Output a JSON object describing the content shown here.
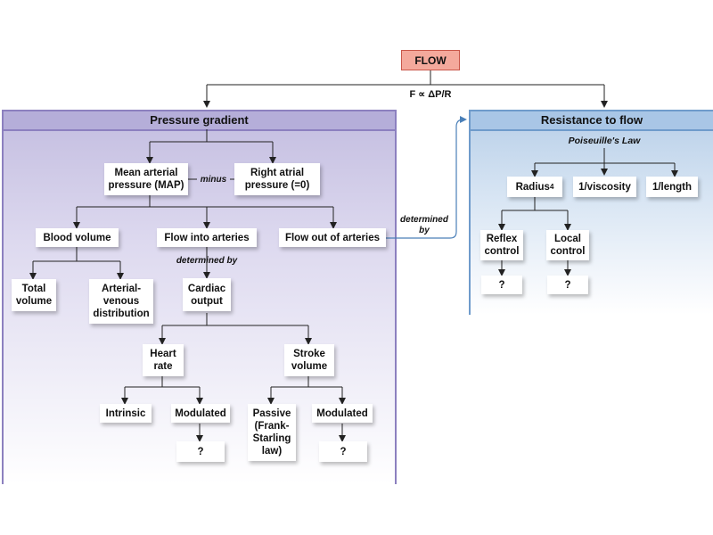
{
  "top": {
    "flow": "FLOW",
    "formula": "F ∝ ΔP/R"
  },
  "pressure_panel": {
    "title": "Pressure gradient",
    "map": "Mean arterial\npressure (MAP)",
    "minus": "minus",
    "rap": "Right atrial\npressure (=0)",
    "blood_volume": "Blood volume",
    "flow_into": "Flow into arteries",
    "flow_out": "Flow out of arteries",
    "total_volume": "Total\nvolume",
    "av_distribution": "Arterial-\nvenous\ndistribution",
    "determined_by": "determined by",
    "cardiac_output": "Cardiac\noutput",
    "heart_rate": "Heart\nrate",
    "stroke_volume": "Stroke\nvolume",
    "intrinsic": "Intrinsic",
    "hr_modulated": "Modulated",
    "hr_q": "?",
    "passive": "Passive\n(Frank-\nStarling\nlaw)",
    "sv_modulated": "Modulated",
    "sv_q": "?"
  },
  "link": {
    "determined_by": "determined\nby"
  },
  "resistance_panel": {
    "title": "Resistance to flow",
    "law": "Poiseuille's Law",
    "radius": "Radius",
    "radius_exp": "4",
    "viscosity": "1/viscosity",
    "length": "1/length",
    "reflex": "Reflex\ncontrol",
    "local": "Local\ncontrol",
    "reflex_q": "?",
    "local_q": "?"
  }
}
